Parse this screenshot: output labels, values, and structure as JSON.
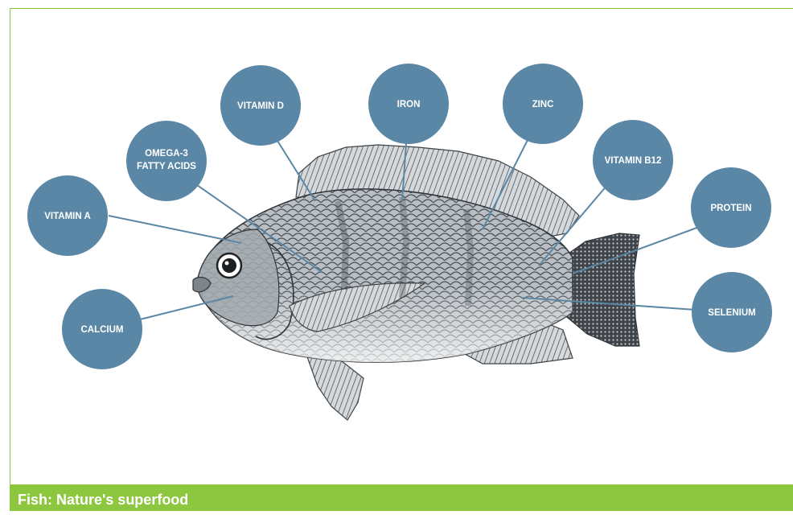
{
  "caption": "Fish: Nature's superfood",
  "side_credit": "",
  "colors": {
    "bubble": "#5a87a6",
    "line": "#5a87a6",
    "caption_bg": "#8dc63f",
    "frame": "#8dc63f"
  },
  "nutrients": [
    {
      "id": "vitamin-a",
      "lines": [
        "VITAMIN A"
      ]
    },
    {
      "id": "omega-3",
      "lines": [
        "OMEGA-3",
        "FATTY ACIDS"
      ]
    },
    {
      "id": "vitamin-d",
      "lines": [
        "VITAMIN D"
      ]
    },
    {
      "id": "iron",
      "lines": [
        "IRON"
      ]
    },
    {
      "id": "zinc",
      "lines": [
        "ZINC"
      ]
    },
    {
      "id": "vitamin-b12",
      "lines": [
        "VITAMIN  B12"
      ]
    },
    {
      "id": "protein",
      "lines": [
        "PROTEIN"
      ]
    },
    {
      "id": "selenium",
      "lines": [
        "SELENIUM"
      ]
    },
    {
      "id": "calcium",
      "lines": [
        "CALCIUM"
      ]
    }
  ]
}
